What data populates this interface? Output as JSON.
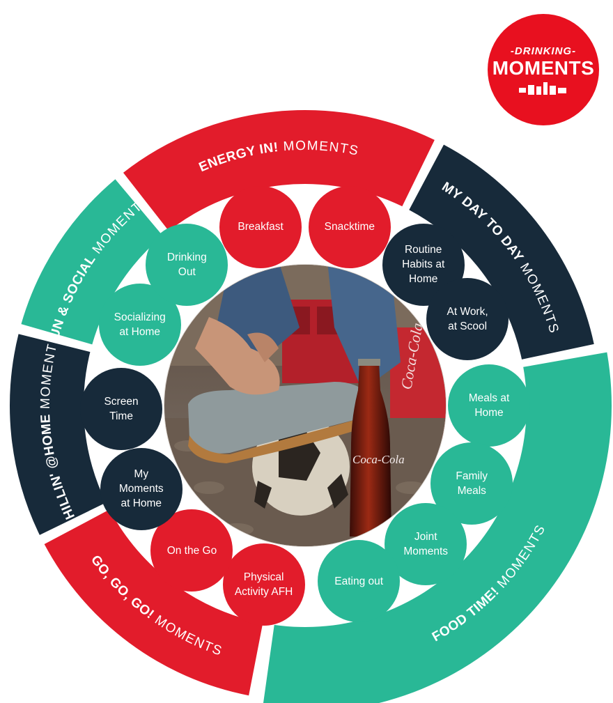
{
  "logo": {
    "top_text": "-DRINKING-",
    "main_text": "MOMENTS"
  },
  "colors": {
    "red": "#e21c2b",
    "green": "#29b896",
    "navy": "#172a3a"
  },
  "segments": [
    {
      "bold": "ENERGY IN!",
      "light": " MOMENTS",
      "color": "red"
    },
    {
      "bold": "MY DAY TO DAY",
      "light": " MOMENTS",
      "color": "navy"
    },
    {
      "bold": "FOOD TIME!",
      "light": " MOMENTS",
      "color": "green"
    },
    {
      "bold": "GO, GO, GO!",
      "light": " MOMENTS",
      "color": "red"
    },
    {
      "bold": "CHILLIN' @HOME",
      "light": " MOMENTS",
      "color": "navy"
    },
    {
      "bold": "FUN & SOCIAL",
      "light": " MOMENTS",
      "color": "green"
    }
  ],
  "moments": [
    {
      "label": "Breakfast",
      "color": "red"
    },
    {
      "label": "Snacktime",
      "color": "red"
    },
    {
      "label": "Routine\nHabits at\nHome",
      "color": "navy"
    },
    {
      "label": "At Work,\nat Scool",
      "color": "navy"
    },
    {
      "label": "Meals at\nHome",
      "color": "green"
    },
    {
      "label": "Family\nMeals",
      "color": "green"
    },
    {
      "label": "Joint\nMoments",
      "color": "green"
    },
    {
      "label": "Eating out",
      "color": "green"
    },
    {
      "label": "Physical\nActivity AFH",
      "color": "red"
    },
    {
      "label": "On the Go",
      "color": "red"
    },
    {
      "label": "My\nMoments\nat Home",
      "color": "navy"
    },
    {
      "label": "Screen\nTime",
      "color": "navy"
    },
    {
      "label": "Socializing\nat Home",
      "color": "green"
    },
    {
      "label": "Drinking\nOut",
      "color": "green"
    }
  ],
  "photo": {
    "bottle_label": "Coca-Cola",
    "crate_label": "Coca-Cola",
    "icon": "sneaker-football-bottle-photo"
  }
}
